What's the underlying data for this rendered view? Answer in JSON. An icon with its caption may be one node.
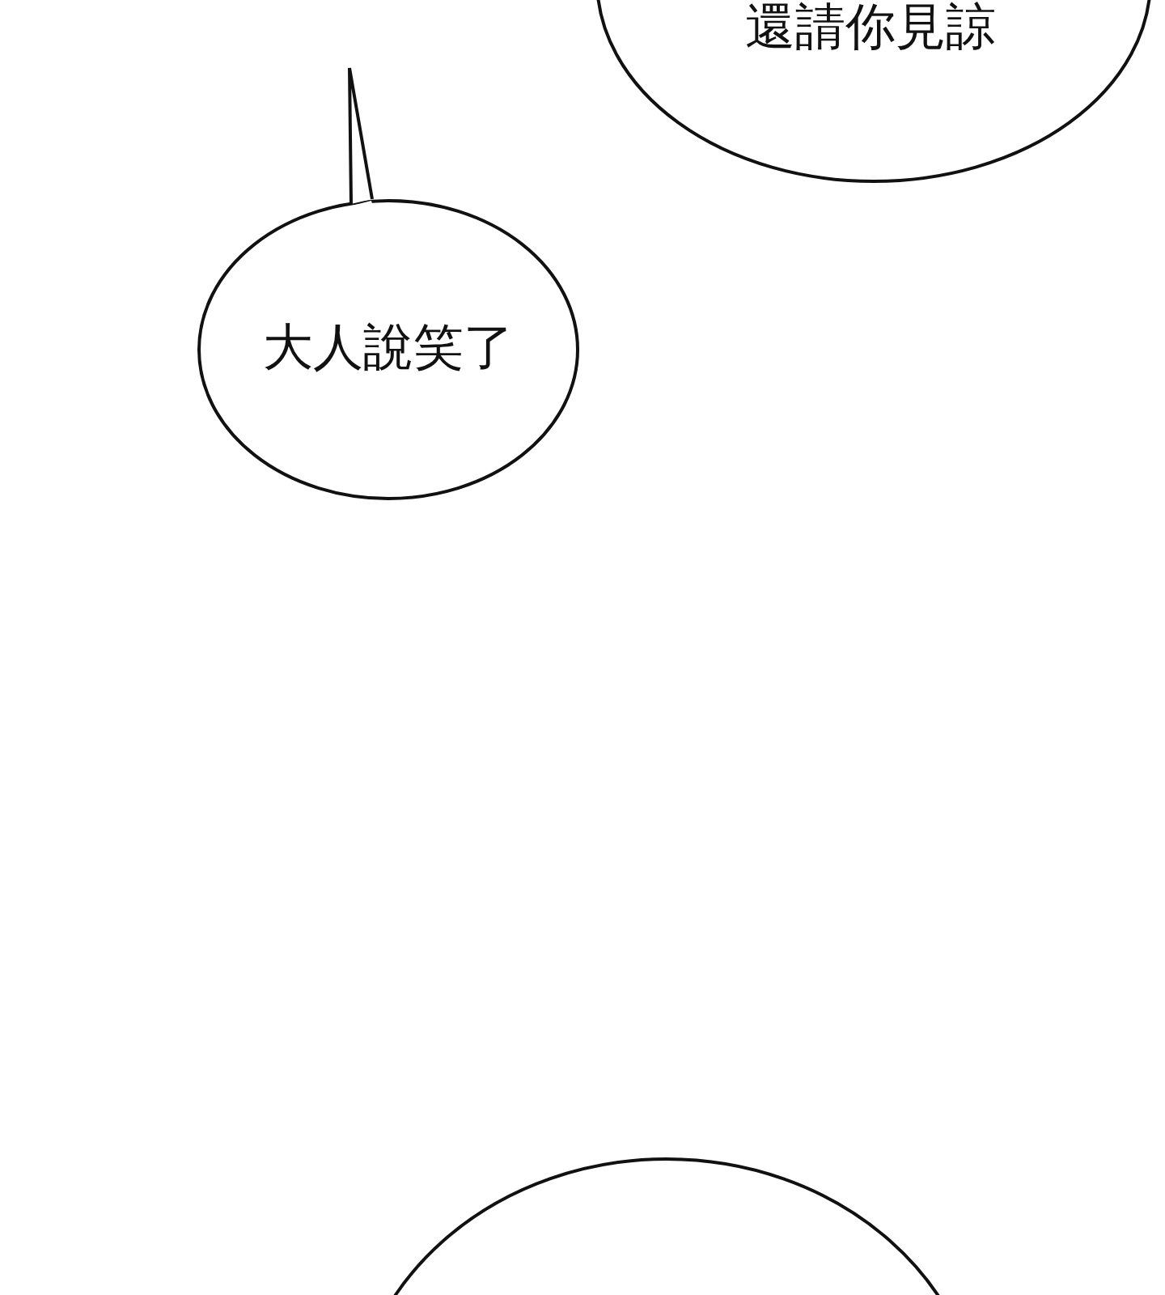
{
  "diagram": {
    "nodes": [
      {
        "text": [
          "還請你見諒"
        ]
      },
      {
        "text": [
          "大人說笑了"
        ]
      },
      {
        "text": [],
        "shape": "ellipse"
      }
    ]
  }
}
